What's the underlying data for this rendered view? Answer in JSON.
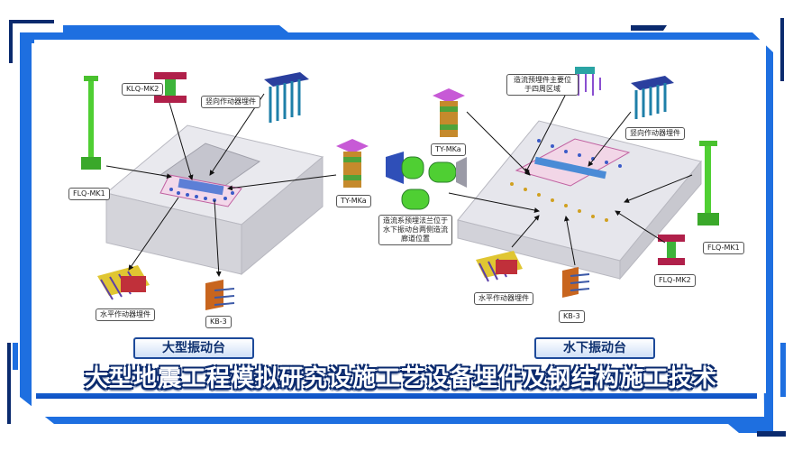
{
  "left_diagram": {
    "title": "大型振动台",
    "labels": {
      "klq_mk2": "KLQ-MK2",
      "vertical_actuator": "竖向作动器埋件",
      "flq_mk1": "FLQ-MK1",
      "ty_mka": "TY-MKa",
      "horizontal_actuator": "水平作动器埋件",
      "kb3": "KB-3"
    }
  },
  "right_diagram": {
    "title": "水下振动台",
    "labels": {
      "flow_main": "造流预埋件主要位于四周区域",
      "ty_mka": "TY-MKa",
      "vertical_actuator": "竖向作动器埋件",
      "flange_note": "造流系预埋法兰位于水下振动台两侧造流廊道位置",
      "flq_mk1": "FLQ-MK1",
      "horizontal_actuator": "水平作动器埋件",
      "flq_mk2": "FLQ-MK2",
      "kb3": "KB-3"
    }
  },
  "banner_title": "大型地震工程模拟研究设施工艺设备埋件及钢结构施工技术",
  "colors": {
    "frame_blue": "#1e6fe0",
    "dark_navy": "#0a2a6e"
  }
}
